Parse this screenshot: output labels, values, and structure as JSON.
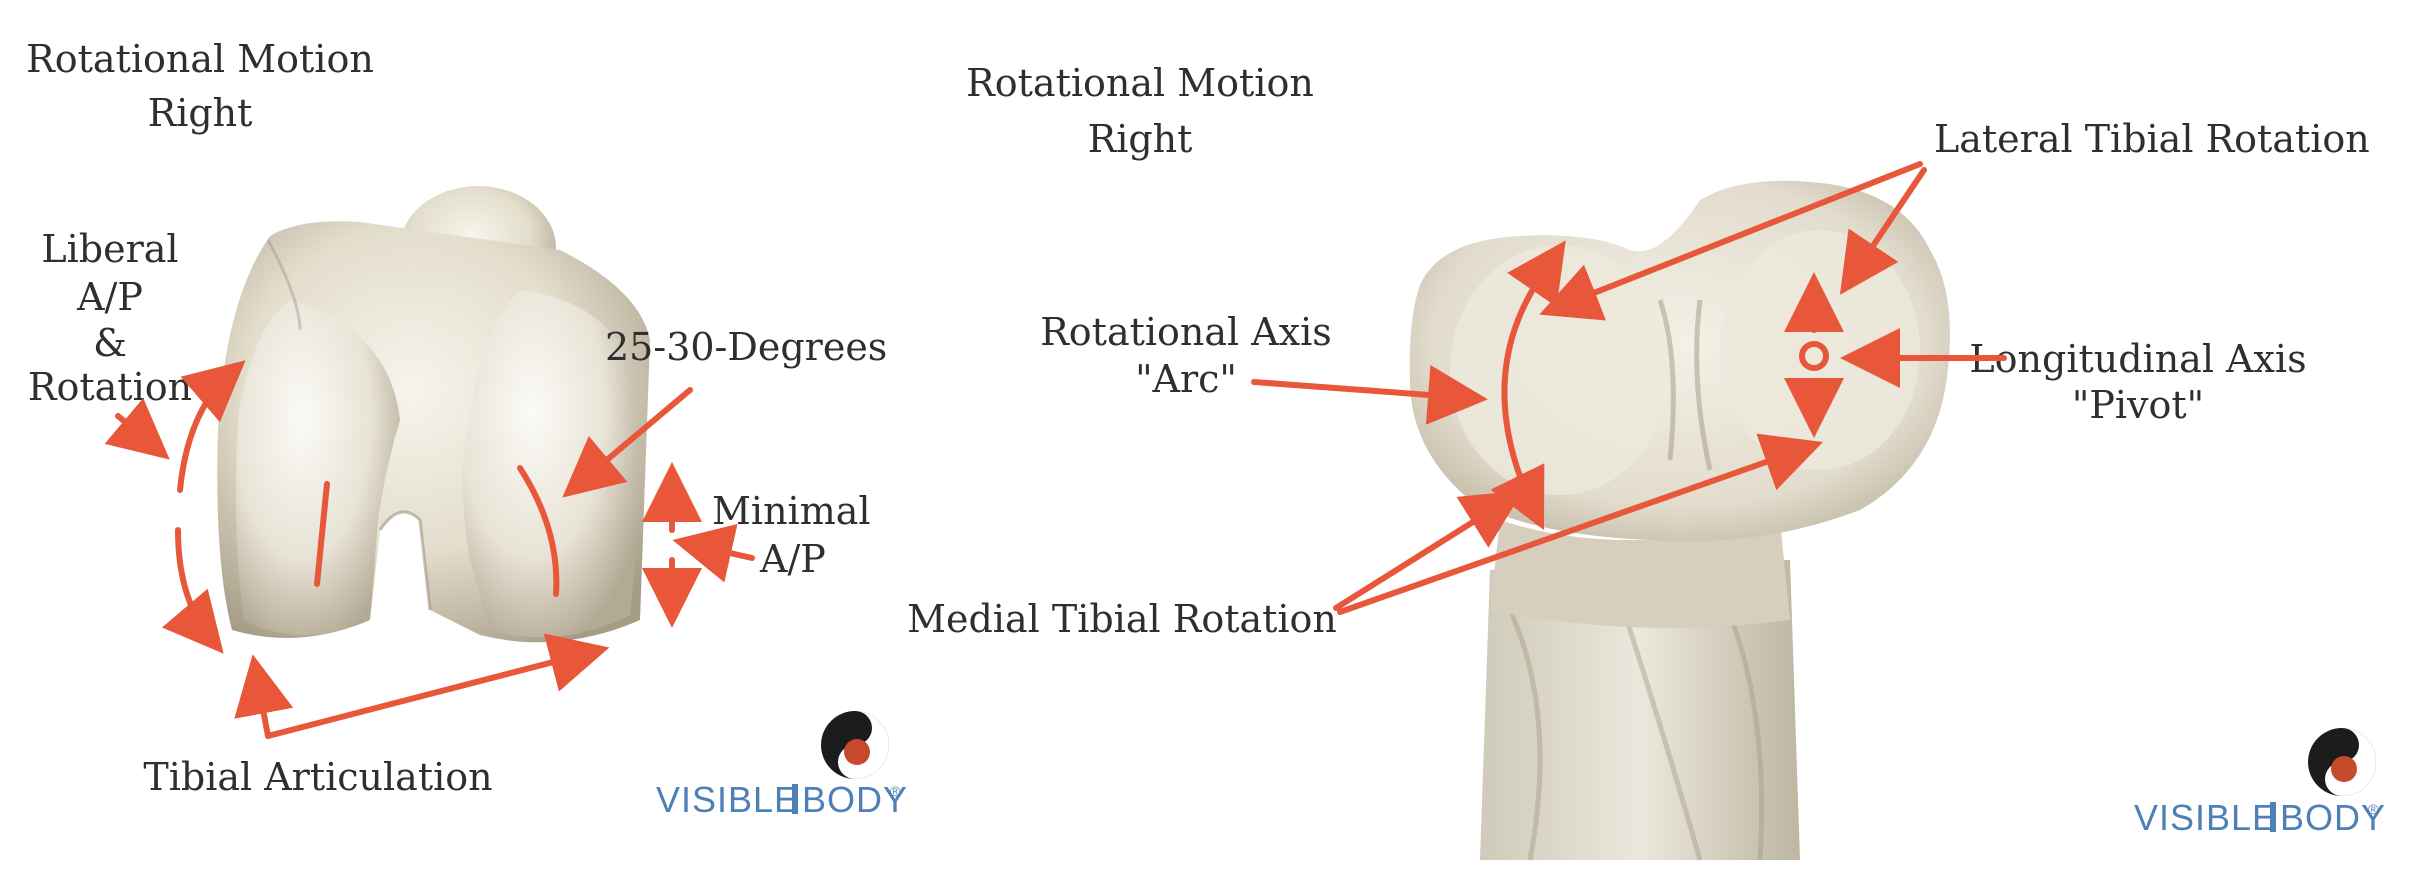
{
  "colors": {
    "arrow": "#e8573a",
    "label": "#2f2f2f",
    "bone_light": "#f1eee4",
    "bone_mid": "#d8d1bf",
    "bone_dark": "#8c8470",
    "logo_blue": "#4f7fb7"
  },
  "left_panel": {
    "title_line1": "Rotational Motion",
    "title_line2": "Right",
    "liberal_line1": "Liberal",
    "liberal_line2": "A/P",
    "liberal_line3": "&",
    "liberal_line4": "Rotation",
    "degrees": "25-30-Degrees",
    "minimal_line1": "Minimal",
    "minimal_line2": "A/P",
    "tibial_articulation": "Tibial Articulation",
    "logo_visible": "Visible",
    "logo_body": "Body",
    "logo_reg": "®"
  },
  "right_panel": {
    "title_line1": "Rotational Motion",
    "title_line2": "Right",
    "lateral_rotation": "Lateral Tibial Rotation",
    "rotational_axis_line1": "Rotational Axis",
    "rotational_axis_line2": "\"Arc\"",
    "longitudinal_axis_line1": "Longitudinal Axis",
    "longitudinal_axis_line2": "\"Pivot\"",
    "medial_rotation": "Medial Tibial Rotation",
    "logo_visible": "Visible",
    "logo_body": "Body",
    "logo_reg": "®"
  }
}
